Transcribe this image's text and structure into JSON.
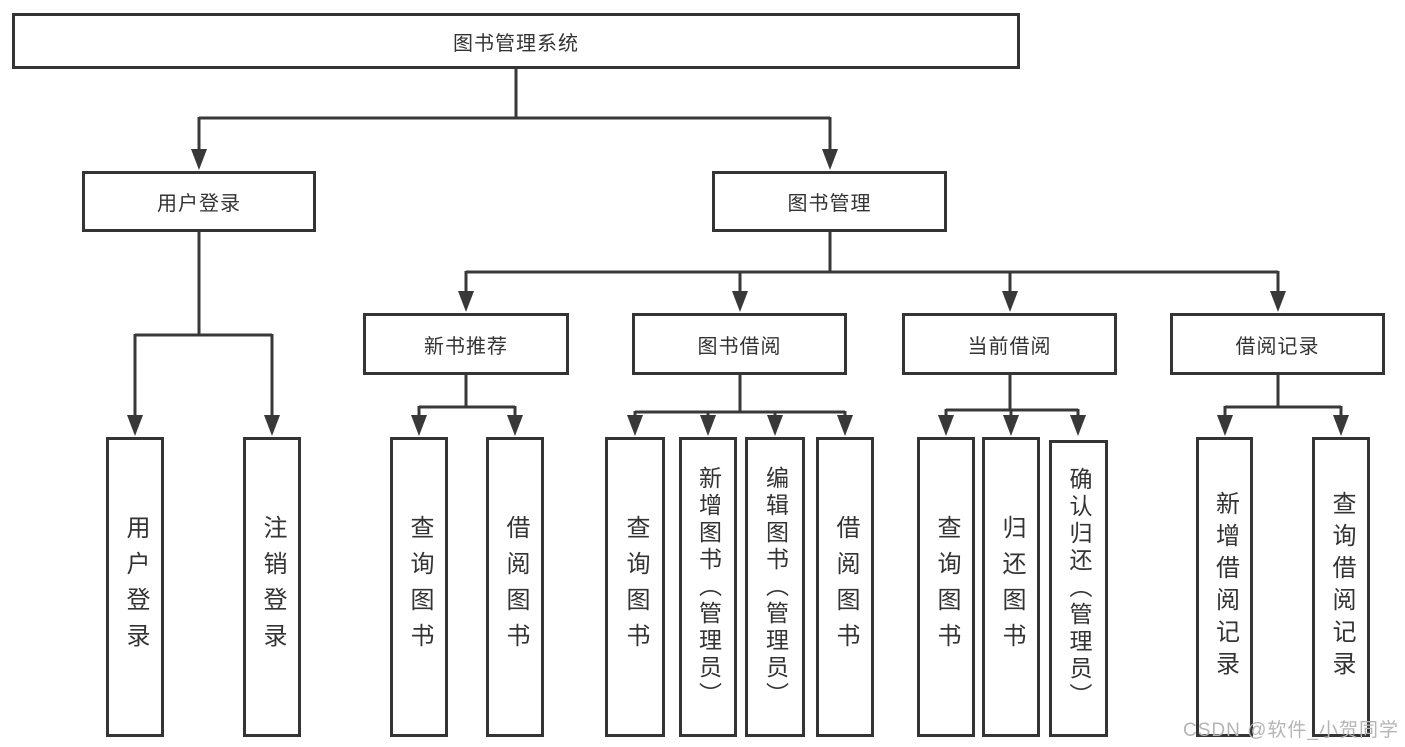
{
  "colors": {
    "background": "#ffffff",
    "line": "#383838",
    "box_border": "#343434",
    "text": "#333333",
    "watermark": "#b5b5b5"
  },
  "watermark": {
    "text": "CSDN @软件_小贺同学"
  },
  "tree": {
    "label": "图书管理系统",
    "children": [
      {
        "label": "用户登录",
        "children": [
          {
            "label": "用户登录"
          },
          {
            "label": "注销登录"
          }
        ]
      },
      {
        "label": "图书管理",
        "children": [
          {
            "label": "新书推荐",
            "children": [
              {
                "label": "查询图书"
              },
              {
                "label": "借阅图书"
              }
            ]
          },
          {
            "label": "图书借阅",
            "children": [
              {
                "label": "查询图书"
              },
              {
                "label": "新增图书（管理员）"
              },
              {
                "label": "编辑图书（管理员）"
              },
              {
                "label": "借阅图书"
              }
            ]
          },
          {
            "label": "当前借阅",
            "children": [
              {
                "label": "查询图书"
              },
              {
                "label": "归还图书"
              },
              {
                "label": "确认归还（管理员）"
              }
            ]
          },
          {
            "label": "借阅记录",
            "children": [
              {
                "label": "新增借阅记录"
              },
              {
                "label": "查询借阅记录"
              }
            ]
          }
        ]
      }
    ]
  }
}
